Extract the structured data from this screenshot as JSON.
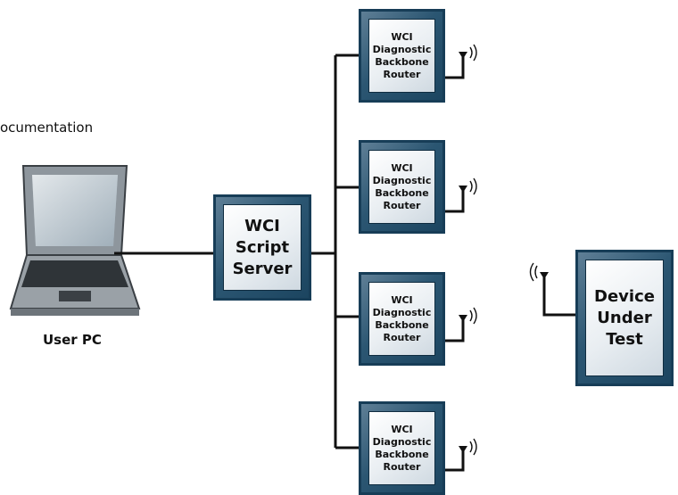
{
  "documentation_fragment": "ocumentation",
  "user_pc": {
    "label": "User PC"
  },
  "script_server": {
    "lines": [
      "WCI",
      "Script",
      "Server"
    ]
  },
  "routers": [
    {
      "lines": [
        "WCI",
        "Diagnostic",
        "Backbone",
        "Router"
      ]
    },
    {
      "lines": [
        "WCI",
        "Diagnostic",
        "Backbone",
        "Router"
      ]
    },
    {
      "lines": [
        "WCI",
        "Diagnostic",
        "Backbone",
        "Router"
      ]
    },
    {
      "lines": [
        "WCI",
        "Diagnostic",
        "Backbone",
        "Router"
      ]
    }
  ],
  "device_under_test": {
    "lines": [
      "Device",
      "Under",
      "Test"
    ]
  },
  "colors": {
    "box_frame": "#1c4560",
    "box_face": "#e9eef2",
    "wire": "#111111"
  },
  "icons": [
    "laptop-icon",
    "antenna-icon",
    "radio-waves-icon"
  ]
}
